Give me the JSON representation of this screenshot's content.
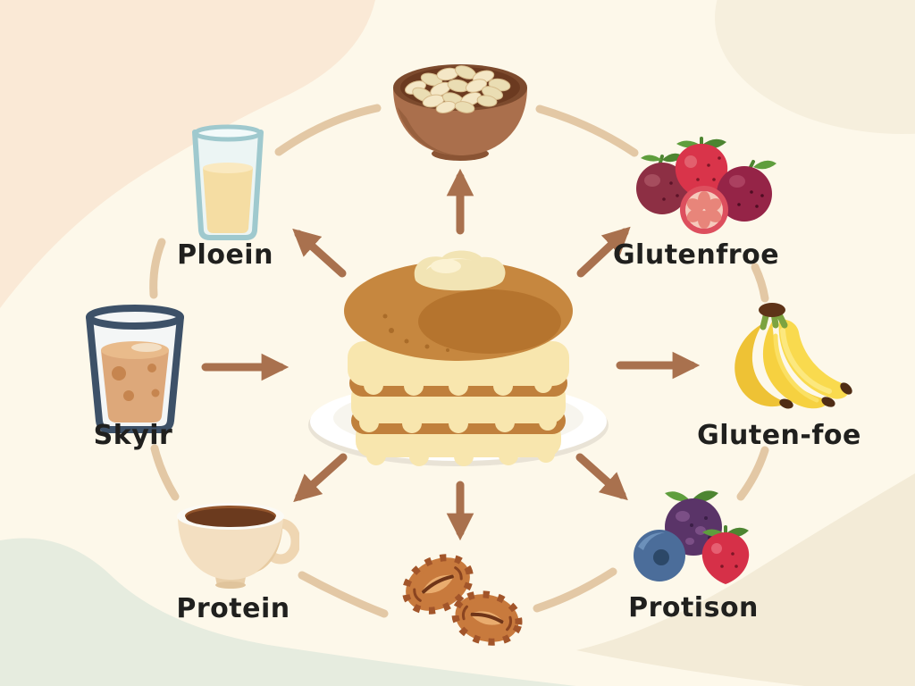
{
  "diagram": {
    "description": "Pancake ingredients hub diagram",
    "center_item": {
      "id": "pancakes",
      "label": "",
      "icon": "pancake-stack-icon"
    },
    "nodes": [
      {
        "id": "oat-bowl",
        "label": "",
        "icon": "oat-bowl-icon",
        "position": "top"
      },
      {
        "id": "milk-glass",
        "label": "Ploein",
        "icon": "milk-glass-icon",
        "position": "upper-left"
      },
      {
        "id": "berries",
        "label": "Glutenfroe",
        "icon": "berries-icon",
        "position": "upper-right"
      },
      {
        "id": "skyr-glass",
        "label": "Skyir",
        "icon": "skyr-glass-icon",
        "position": "left"
      },
      {
        "id": "bananas",
        "label": "Gluten-foe",
        "icon": "bananas-icon",
        "position": "right"
      },
      {
        "id": "coffee-cup",
        "label": "Protein",
        "icon": "coffee-cup-icon",
        "position": "lower-left"
      },
      {
        "id": "pecans",
        "label": "",
        "icon": "pecans-icon",
        "position": "bottom"
      },
      {
        "id": "berry-mix",
        "label": "Protison",
        "icon": "berry-mix-icon",
        "position": "lower-right"
      }
    ],
    "arrows": [
      {
        "from": "center",
        "to": "oat-bowl"
      },
      {
        "from": "center",
        "to": "milk-glass"
      },
      {
        "from": "center",
        "to": "berries"
      },
      {
        "from": "skyr-glass",
        "to": "center"
      },
      {
        "from": "center",
        "to": "bananas"
      },
      {
        "from": "center",
        "to": "coffee-cup"
      },
      {
        "from": "center",
        "to": "pecans"
      },
      {
        "from": "center",
        "to": "berry-mix"
      }
    ],
    "colors": {
      "background": "#fdf8ea",
      "blob_peach": "#fae9d6",
      "blob_green": "#e6ecdf",
      "blob_beige": "#f3ebd7",
      "arrow": "#a9714e",
      "connector": "#e3c8a5",
      "label_text": "#20201e",
      "pancake_top": "#c6873f",
      "pancake_side": "#f8e6ae",
      "bowl_brown": "#aa6f4c",
      "banana_yellow": "#f6d140",
      "strawberry_red": "#d9344a"
    }
  }
}
